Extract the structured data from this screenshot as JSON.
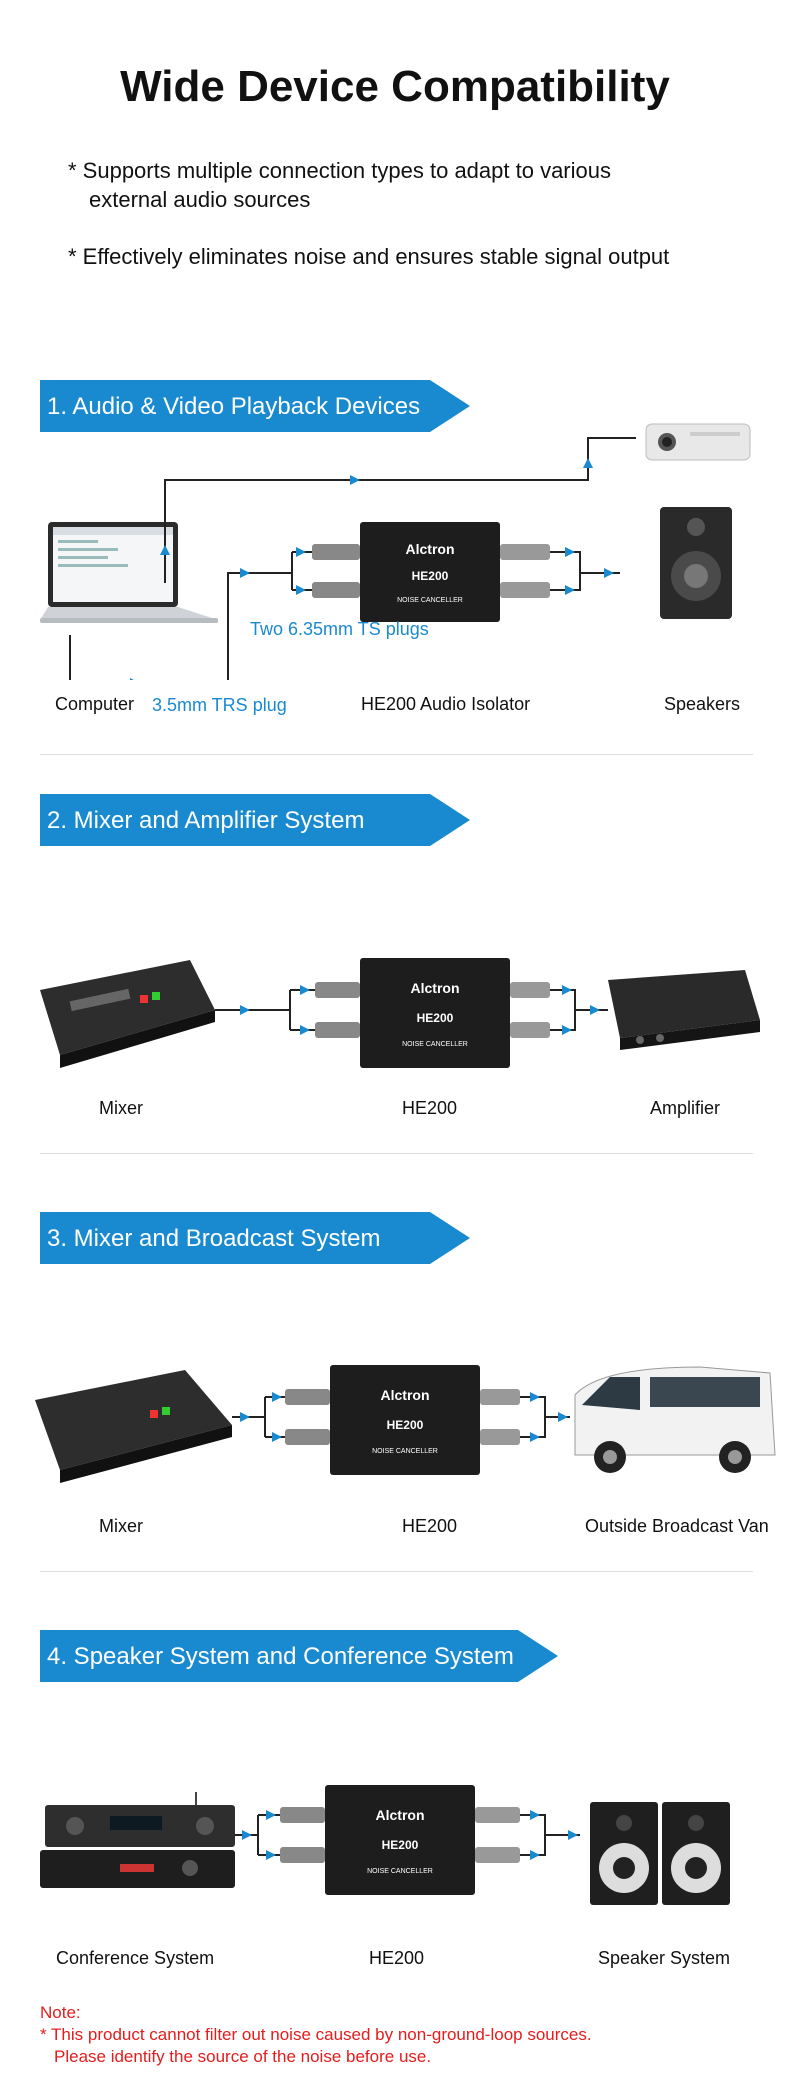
{
  "title": "Wide Device Compatibility",
  "bullets": [
    "* Supports multiple connection types to adapt to various",
    "external audio sources",
    "* Effectively eliminates noise and ensures stable signal output"
  ],
  "device_text": {
    "brand": "Alctron",
    "model": "HE200",
    "caption": "NOISE CANCELLER"
  },
  "sections": [
    {
      "heading": "1. Audio & Video Playback Devices",
      "labels": [
        "Computer",
        "HE200 Audio Isolator",
        "Speakers"
      ],
      "callouts": [
        "3.5mm TRS plug",
        "Two 6.35mm TS plugs"
      ]
    },
    {
      "heading": "2. Mixer and Amplifier System",
      "labels": [
        "Mixer",
        "HE200",
        "Amplifier"
      ]
    },
    {
      "heading": "3. Mixer and Broadcast System",
      "labels": [
        "Mixer",
        "HE200",
        "Outside Broadcast Van"
      ]
    },
    {
      "heading": "4. Speaker System and Conference System",
      "labels": [
        "Conference System",
        "HE200",
        "Speaker System"
      ]
    }
  ],
  "note": {
    "title": "Note:",
    "line1": "* This product cannot filter out noise caused by non-ground-loop sources.",
    "line2": "Please identify the source of the noise before use."
  },
  "colors": {
    "banner": "#1a8ad0",
    "note": "#e51c1c",
    "line": "#222222"
  }
}
